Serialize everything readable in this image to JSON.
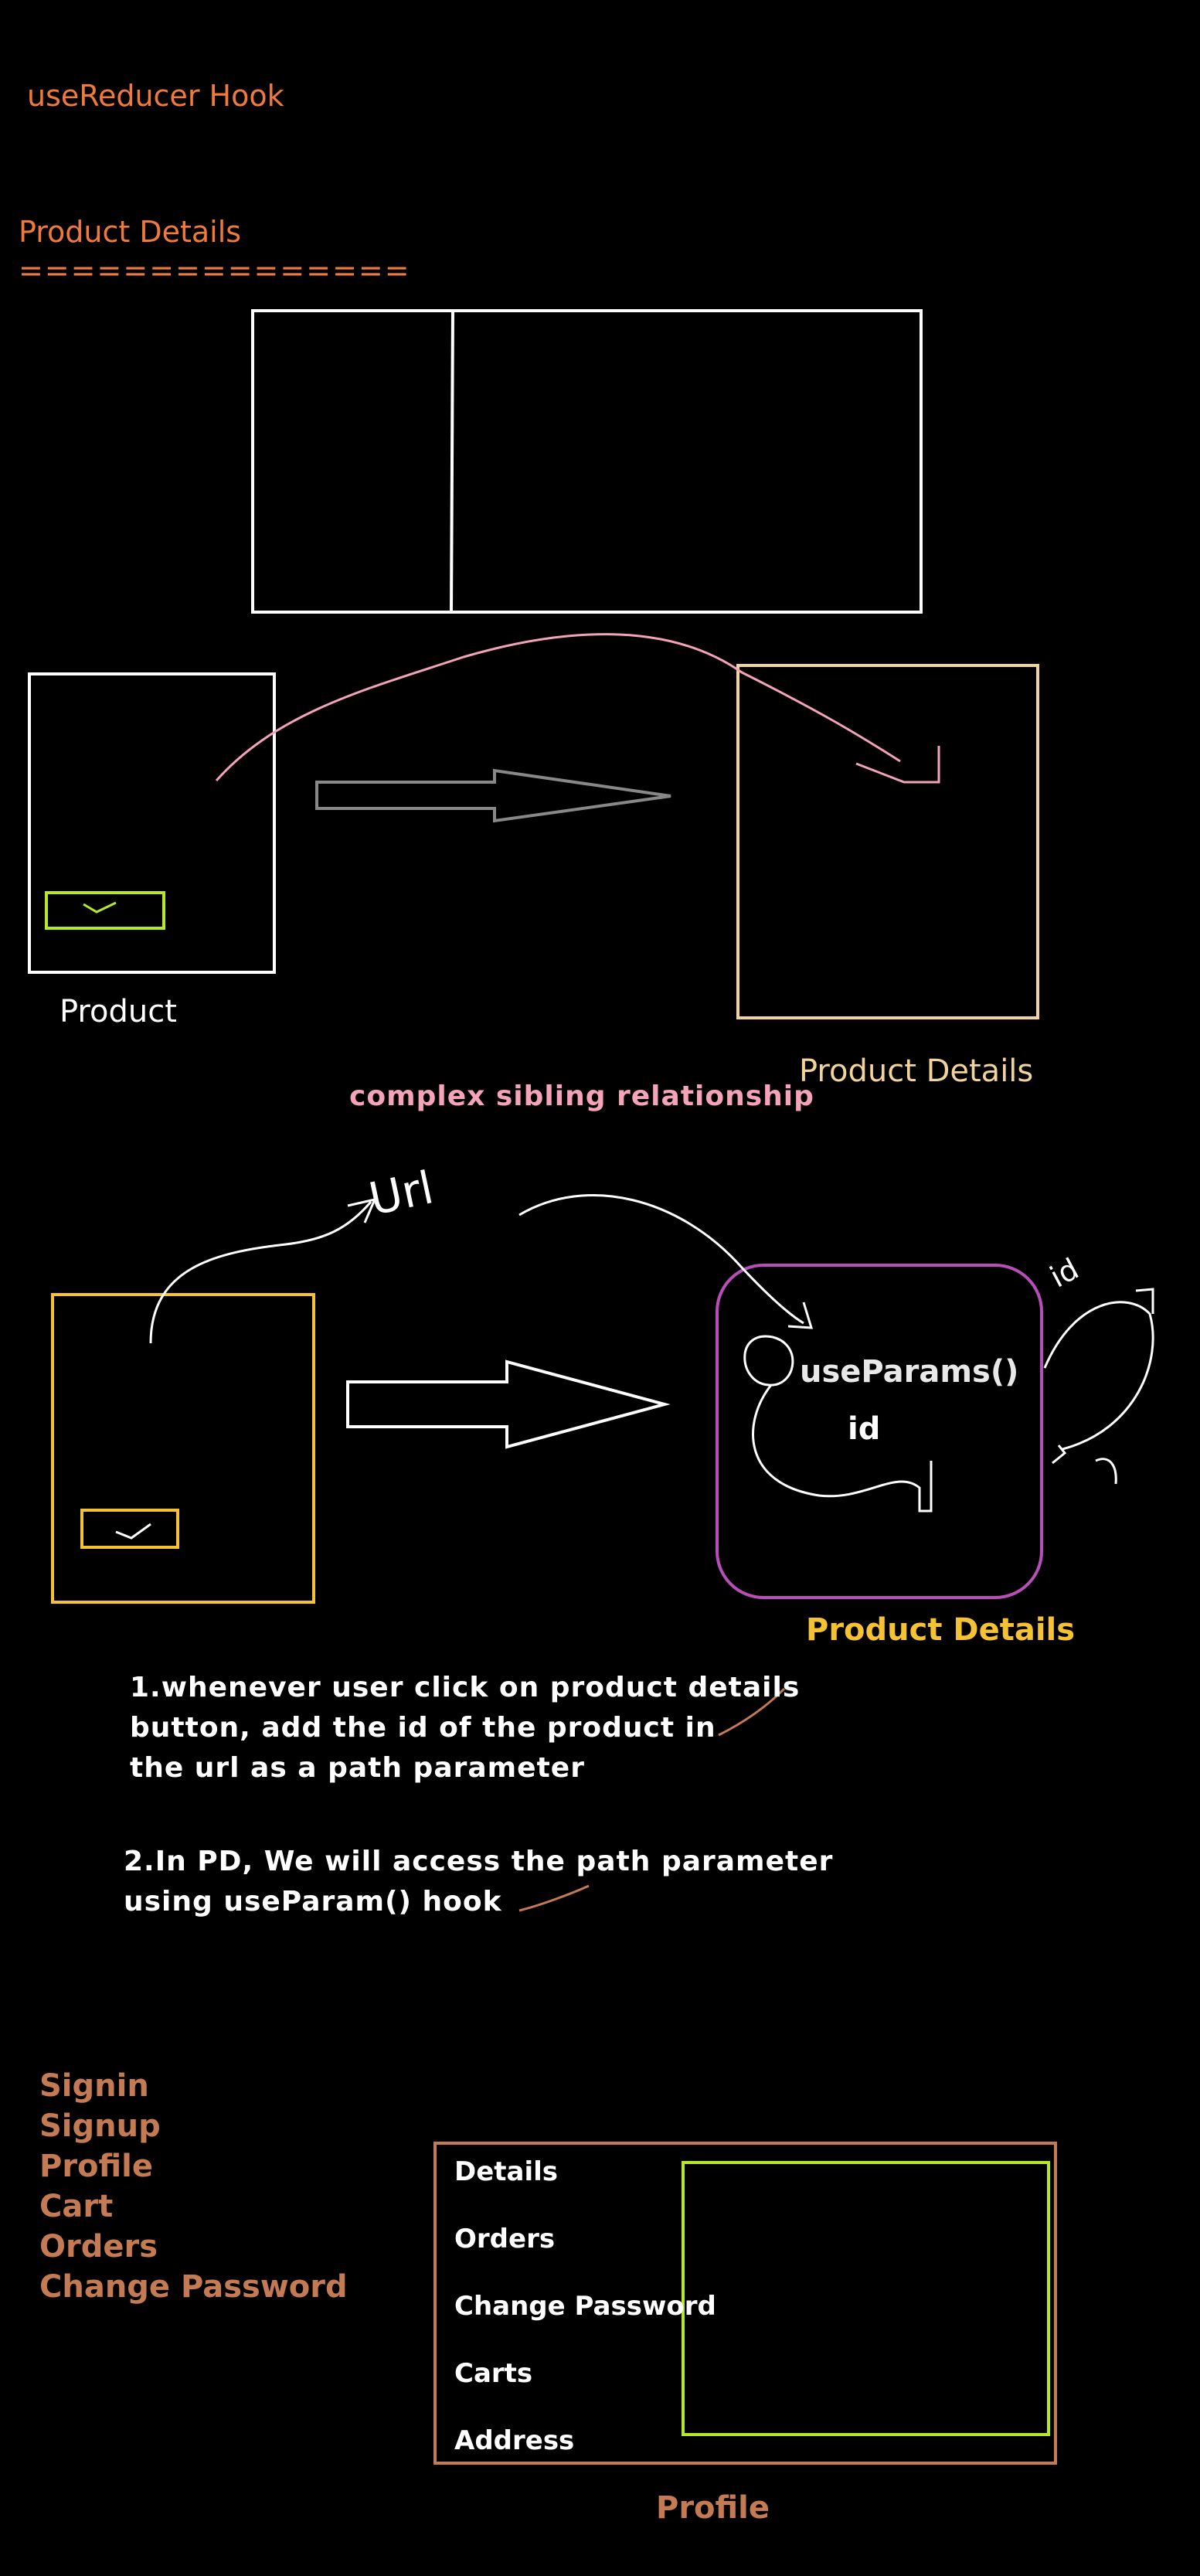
{
  "header": {
    "title": "useReducer Hook",
    "section": "Product Details",
    "underline": "==============="
  },
  "diagram1": {
    "left_label": "Product",
    "right_label": "Product Details",
    "caption": "complex sibling relationship"
  },
  "diagram2": {
    "url_label": "Url",
    "hook_label": "useParams()",
    "id_label": "id",
    "side_label": "id",
    "right_label": "Product Details"
  },
  "notes": [
    {
      "line1": "1.whenever user click on product details",
      "line2": "button, add the id of the product in",
      "line3": "the url as a path parameter"
    },
    {
      "line1": "2.In PD, We will access the path parameter",
      "line2": "using useParam() hook"
    }
  ],
  "menu": [
    "Signin",
    "Signup",
    "Profile",
    "Cart",
    "Orders",
    "Change Password"
  ],
  "profile": {
    "items": [
      "Details",
      "Orders",
      "Change Password",
      "Carts",
      "Address"
    ],
    "label": "Profile"
  },
  "colors": {
    "orange": "#f07a3c",
    "brown": "#c47a52",
    "pink": "#f4a3b8",
    "cream": "#f2d49a",
    "yellow": "#f5c233",
    "green": "#b6e82a",
    "purple": "#b84fb8"
  }
}
